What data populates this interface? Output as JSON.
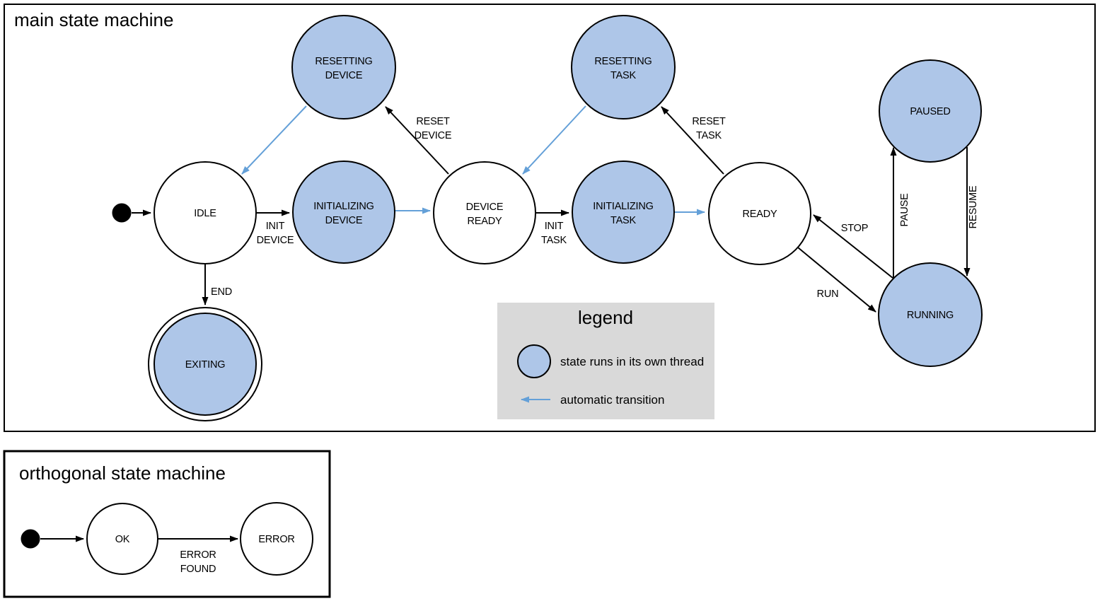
{
  "colors": {
    "state_fill": "#aec6e8",
    "state_stroke": "#000000",
    "auto_transition_blue": "#64a0d8",
    "legend_bg": "#d9d9d9",
    "diagram_bg": "#ffffff"
  },
  "main_machine": {
    "title": "main state machine",
    "states": {
      "idle": {
        "label": "IDLE"
      },
      "resetting_device": {
        "line1": "RESETTING",
        "line2": "DEVICE"
      },
      "initializing_device": {
        "line1": "INITIALIZING",
        "line2": "DEVICE"
      },
      "device_ready": {
        "line1": "DEVICE",
        "line2": "READY"
      },
      "resetting_task": {
        "line1": "RESETTING",
        "line2": "TASK"
      },
      "initializing_task": {
        "line1": "INITIALIZING",
        "line2": "TASK"
      },
      "ready": {
        "label": "READY"
      },
      "paused": {
        "label": "PAUSED"
      },
      "running": {
        "label": "RUNNING"
      },
      "exiting": {
        "label": "EXITING"
      }
    },
    "transitions": {
      "init_device": {
        "line1": "INIT",
        "line2": "DEVICE"
      },
      "reset_device": {
        "line1": "RESET",
        "line2": "DEVICE"
      },
      "init_task": {
        "line1": "INIT",
        "line2": "TASK"
      },
      "reset_task": {
        "line1": "RESET",
        "line2": "TASK"
      },
      "end": {
        "label": "END"
      },
      "run": {
        "label": "RUN"
      },
      "stop": {
        "label": "STOP"
      },
      "pause": {
        "label": "PAUSE"
      },
      "resume": {
        "label": "RESUME"
      }
    }
  },
  "legend": {
    "title": "legend",
    "thread_item": "state runs in its own thread",
    "auto_item": "automatic transition"
  },
  "orthogonal_machine": {
    "title": "orthogonal state machine",
    "states": {
      "ok": {
        "label": "OK"
      },
      "error": {
        "label": "ERROR"
      }
    },
    "transitions": {
      "error_found": {
        "line1": "ERROR",
        "line2": "FOUND"
      }
    }
  }
}
